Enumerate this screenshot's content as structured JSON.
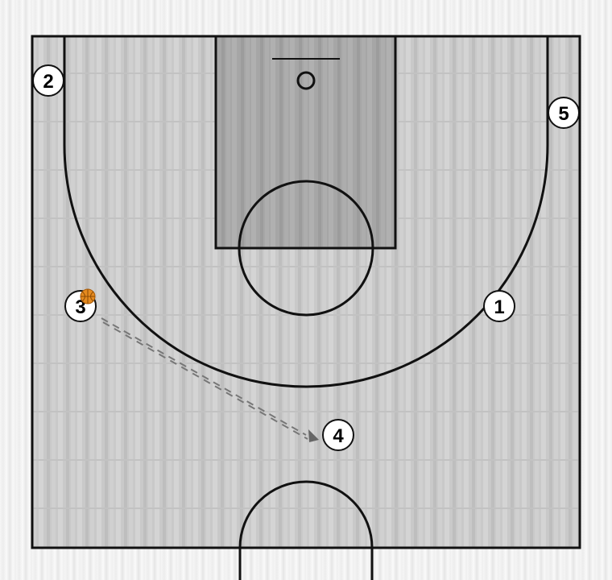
{
  "colors": {
    "court_floor": "#c8c8c8",
    "paint_area": "#a9a9a9",
    "lines": "#111111",
    "player_fill": "#ffffff",
    "pass_line": "#777777",
    "ball": "#e58a1f"
  },
  "players": [
    {
      "id": "p1",
      "label": "1"
    },
    {
      "id": "p2",
      "label": "2"
    },
    {
      "id": "p3",
      "label": "3",
      "has_ball": true
    },
    {
      "id": "p4",
      "label": "4"
    },
    {
      "id": "p5",
      "label": "5"
    }
  ],
  "actions": [
    {
      "type": "pass",
      "from": "3",
      "to": "4",
      "style": "dashed-double-arrow"
    }
  ]
}
